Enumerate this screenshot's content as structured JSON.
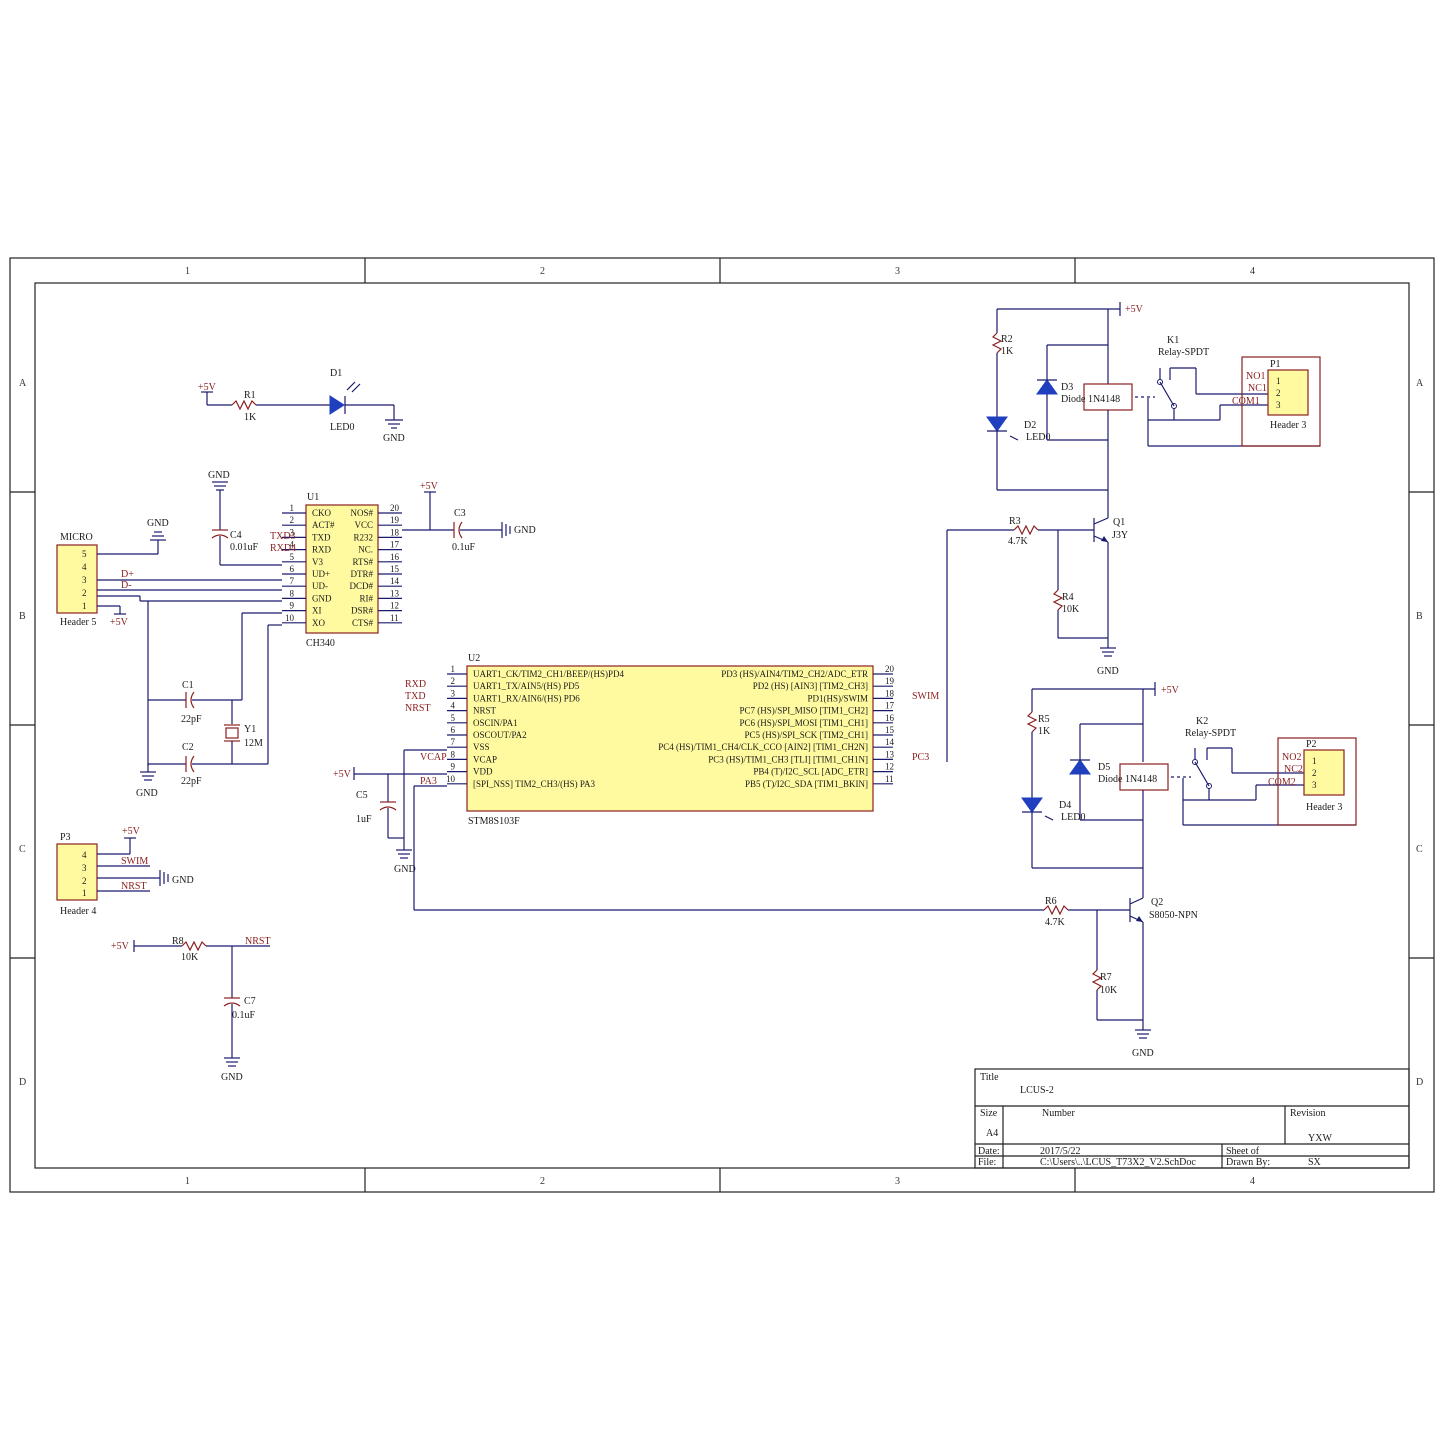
{
  "zones": {
    "cols": [
      "1",
      "2",
      "3",
      "4"
    ],
    "rows": [
      "A",
      "B",
      "C",
      "D"
    ]
  },
  "title_block": {
    "title_label": "Title",
    "title": "LCUS-2",
    "size_label": "Size",
    "size": "A4",
    "number_label": "Number",
    "revision_label": "Revision",
    "revision": "YXW",
    "date_label": "Date:",
    "date": "2017/5/22",
    "sheet_label": "Sheet    of",
    "file_label": "File:",
    "file": "C:\\Users\\..\\LCUS_T73X2_V2.SchDoc",
    "drawn_label": "Drawn By:",
    "drawn": "SX"
  },
  "nets": {
    "p5v": "+5V",
    "gnd": "GND",
    "vcap": "VCAP",
    "pa3": "PA3",
    "swim": "SWIM",
    "pc3": "PC3",
    "nrst": "NRST",
    "txd": "TXD",
    "rxd": "RXD",
    "dplus": "D+",
    "dminus": "D-",
    "txd3": "TXD3",
    "rxd4": "RXD4"
  },
  "parts": {
    "r1": {
      "ref": "R1",
      "val": "1K"
    },
    "r2": {
      "ref": "R2",
      "val": "1K"
    },
    "r3": {
      "ref": "R3",
      "val": "4.7K"
    },
    "r4": {
      "ref": "R4",
      "val": "10K"
    },
    "r5": {
      "ref": "R5",
      "val": "1K"
    },
    "r6": {
      "ref": "R6",
      "val": "4.7K"
    },
    "r7": {
      "ref": "R7",
      "val": "10K"
    },
    "r8": {
      "ref": "R8",
      "val": "10K"
    },
    "c1": {
      "ref": "C1",
      "val": "22pF"
    },
    "c2": {
      "ref": "C2",
      "val": "22pF"
    },
    "c3": {
      "ref": "C3",
      "val": "0.1uF"
    },
    "c4": {
      "ref": "C4",
      "val": "0.01uF"
    },
    "c5": {
      "ref": "C5",
      "val": "1uF"
    },
    "c7": {
      "ref": "C7",
      "val": "0.1uF"
    },
    "d1": {
      "ref": "D1",
      "val": "LED0"
    },
    "d2": {
      "ref": "D2",
      "val": "LED0"
    },
    "d3": {
      "ref": "D3",
      "val": "Diode 1N4148"
    },
    "d4": {
      "ref": "D4",
      "val": "LED0"
    },
    "d5": {
      "ref": "D5",
      "val": "Diode 1N4148"
    },
    "q1": {
      "ref": "Q1",
      "val": "J3Y"
    },
    "q2": {
      "ref": "Q2",
      "val": "S8050-NPN"
    },
    "y1": {
      "ref": "Y1",
      "val": "12M"
    },
    "k1": {
      "ref": "K1",
      "val": "Relay-SPDT"
    },
    "k2": {
      "ref": "K2",
      "val": "Relay-SPDT"
    },
    "p1": {
      "ref": "P1",
      "val": "Header 3",
      "pins": [
        "1",
        "2",
        "3"
      ]
    },
    "p2": {
      "ref": "P2",
      "val": "Header 3",
      "pins": [
        "1",
        "2",
        "3"
      ]
    },
    "p3": {
      "ref": "P3",
      "val": "Header 4",
      "pins": [
        "4",
        "3",
        "2",
        "1"
      ]
    },
    "micro": {
      "ref": "MICRO",
      "val": "Header 5",
      "pins": [
        "5",
        "4",
        "3",
        "2",
        "1"
      ]
    }
  },
  "relay_pins": {
    "no1": "NO1",
    "nc1": "NC1",
    "com1": "COM1",
    "no2": "NO2",
    "nc2": "NC2",
    "com2": "COM2"
  },
  "u1": {
    "ref": "U1",
    "val": "CH340",
    "left": [
      [
        "1",
        "CKO"
      ],
      [
        "2",
        "ACT#"
      ],
      [
        "3",
        "TXD"
      ],
      [
        "4",
        "RXD"
      ],
      [
        "5",
        "V3"
      ],
      [
        "6",
        "UD+"
      ],
      [
        "7",
        "UD-"
      ],
      [
        "8",
        "GND"
      ],
      [
        "9",
        "XI"
      ],
      [
        "10",
        "XO"
      ]
    ],
    "right": [
      [
        "20",
        "NOS#"
      ],
      [
        "19",
        "VCC"
      ],
      [
        "18",
        "R232"
      ],
      [
        "17",
        "NC."
      ],
      [
        "16",
        "RTS#"
      ],
      [
        "15",
        "DTR#"
      ],
      [
        "14",
        "DCD#"
      ],
      [
        "13",
        "RI#"
      ],
      [
        "12",
        "DSR#"
      ],
      [
        "11",
        "CTS#"
      ]
    ]
  },
  "u2": {
    "ref": "U2",
    "val": "STM8S103F",
    "left": [
      [
        "1",
        "UART1_CK/TIM2_CH1/BEEP/(HS)PD4"
      ],
      [
        "2",
        "UART1_TX/AIN5/(HS) PD5"
      ],
      [
        "3",
        "UART1_RX/AIN6/(HS) PD6"
      ],
      [
        "4",
        "NRST"
      ],
      [
        "5",
        "OSCIN/PA1"
      ],
      [
        "6",
        "OSCOUT/PA2"
      ],
      [
        "7",
        "VSS"
      ],
      [
        "8",
        "VCAP"
      ],
      [
        "9",
        "VDD"
      ],
      [
        "10",
        "[SPI_NSS] TIM2_CH3/(HS) PA3"
      ]
    ],
    "right": [
      [
        "20",
        "PD3 (HS)/AIN4/TIM2_CH2/ADC_ETR"
      ],
      [
        "19",
        "PD2 (HS) [AIN3] [TIM2_CH3]"
      ],
      [
        "18",
        "PD1(HS)/SWIM"
      ],
      [
        "17",
        "PC7 (HS)/SPI_MISO [TIM1_CH2]"
      ],
      [
        "16",
        "PC6 (HS)/SPI_MOSI [TIM1_CH1]"
      ],
      [
        "15",
        "PC5 (HS)/SPI_SCK [TIM2_CH1]"
      ],
      [
        "14",
        "PC4 (HS)/TIM1_CH4/CLK_CCO [AIN2] [TIM1_CH2N]"
      ],
      [
        "13",
        "PC3 (HS)/TIM1_CH3 [TLI] [TIM1_CH1N]"
      ],
      [
        "12",
        "PB4 (T)/I2C_SCL [ADC_ETR]"
      ],
      [
        "11",
        "PB5 (T)/I2C_SDA [TIM1_BKIN]"
      ]
    ]
  }
}
